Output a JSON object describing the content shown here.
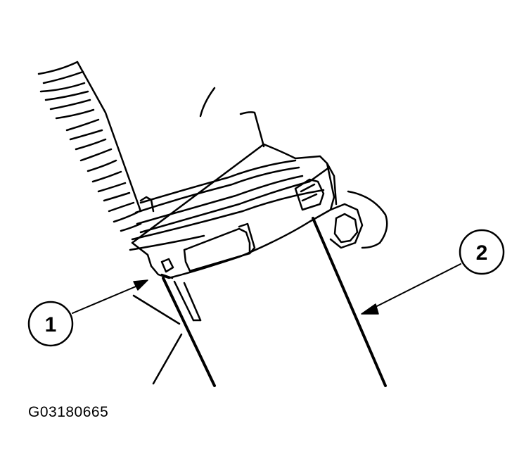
{
  "callouts": [
    {
      "label": "1"
    },
    {
      "label": "2"
    }
  ],
  "figure_code": "G03180665",
  "colors": {
    "line": "#000000",
    "background": "#ffffff"
  }
}
